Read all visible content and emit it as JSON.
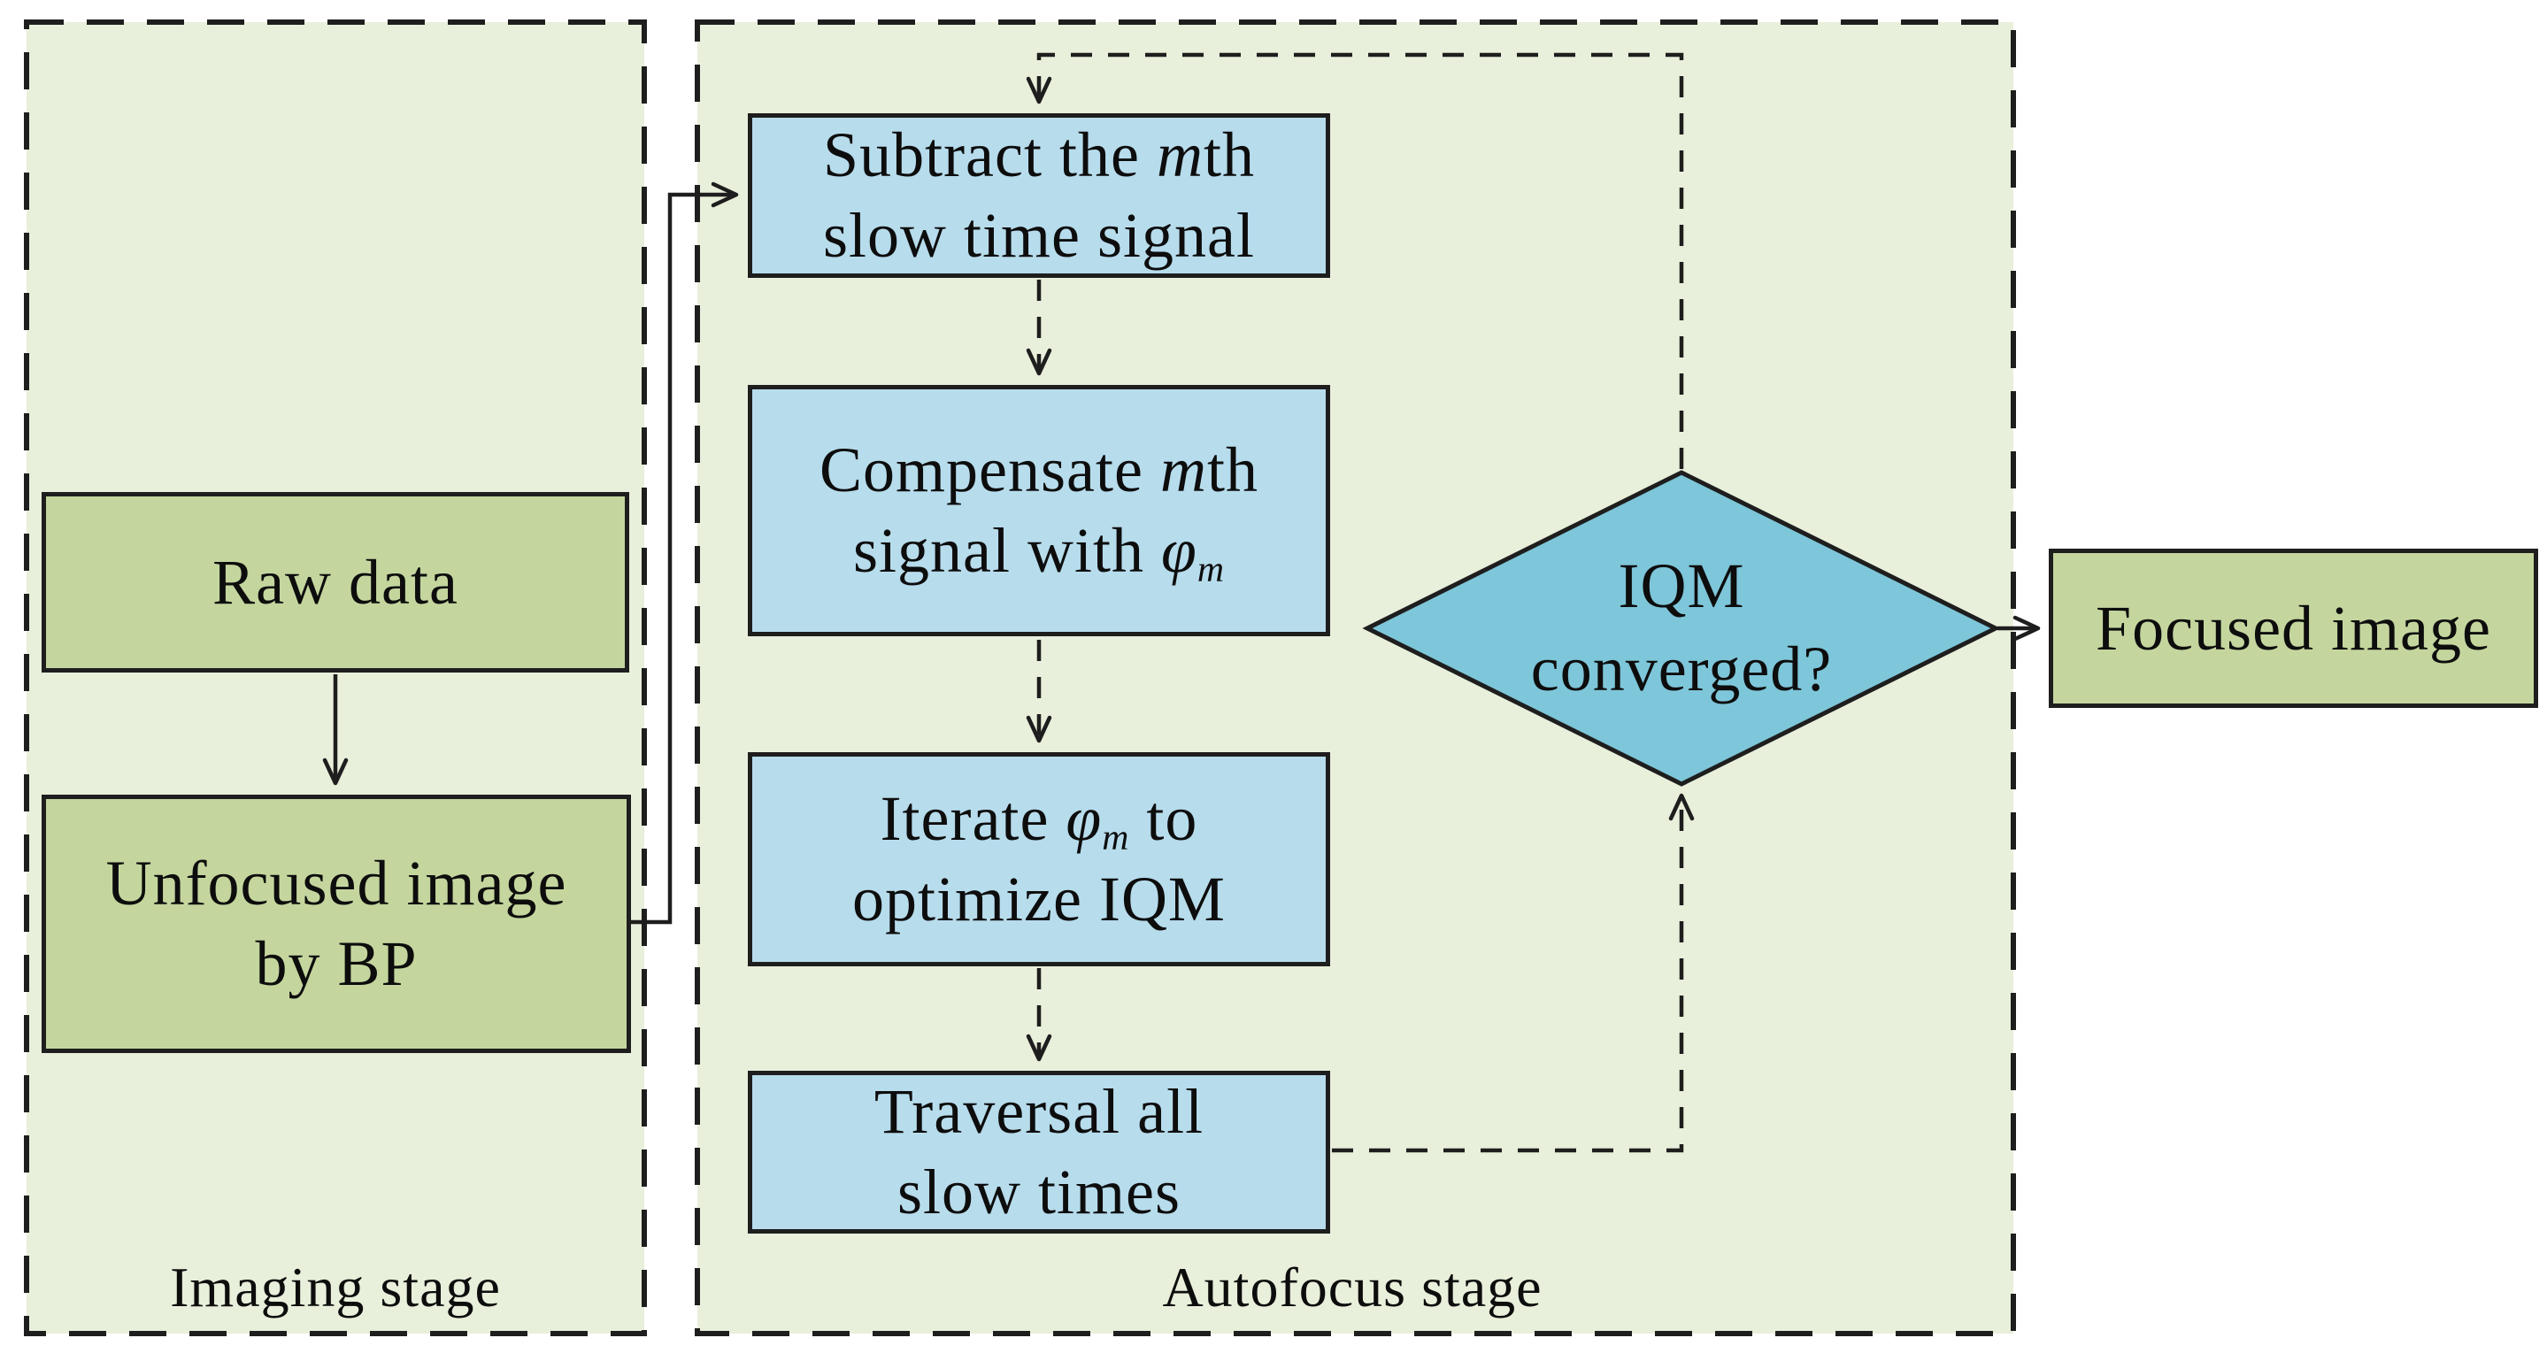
{
  "imaging": {
    "label": "Imaging stage",
    "raw_data_label": "Raw data",
    "unfocused_line1": "Unfocused image",
    "unfocused_line2": "by BP"
  },
  "autofocus": {
    "label": "Autofocus stage",
    "subtract": {
      "t1": "Subtract the ",
      "m": "m",
      "th": "th",
      "line2": "slow time signal"
    },
    "compensate": {
      "t1": "Compensate ",
      "m": "m",
      "th": "th",
      "t2": "signal with ",
      "phi": "φ",
      "sub": "m"
    },
    "iterate": {
      "t1": "Iterate ",
      "phi": "φ",
      "sub": "m",
      "t2": " to",
      "line2": "optimize IQM"
    },
    "traversal": {
      "line1": "Traversal all",
      "line2": "slow times"
    },
    "decision": {
      "line1": "IQM",
      "line2": "converged?"
    }
  },
  "output": {
    "focused_label": "Focused image"
  },
  "colors": {
    "panel_bg": "#e8efda",
    "green_node": "#c4d69e",
    "blue_node": "#b7dcec",
    "diamond_fill": "#7ec6d9",
    "line": "#1e1e1e"
  }
}
